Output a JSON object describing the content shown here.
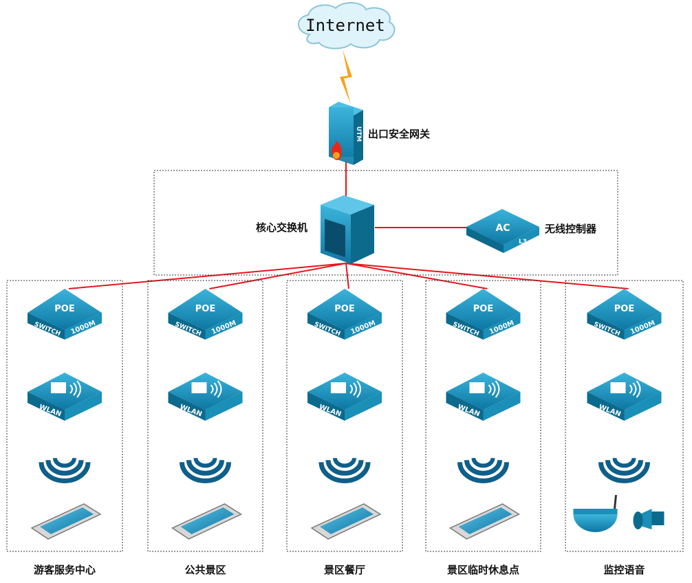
{
  "internet": {
    "label": "Internet"
  },
  "gateway": {
    "label": "出口安全网关",
    "device_text": "UTM"
  },
  "core": {
    "label": "核心交换机"
  },
  "controller": {
    "label": "无线控制器",
    "device_text": "AC",
    "sub_text": "L3"
  },
  "poe_switch": {
    "top_text": "POE",
    "left_text": "SWITCH",
    "right_text": "1000M"
  },
  "wlan": {
    "text": "WLAN"
  },
  "columns": [
    {
      "label": "游客服务中心",
      "endpoint": "phone"
    },
    {
      "label": "公共景区",
      "endpoint": "phone"
    },
    {
      "label": "景区餐厅",
      "endpoint": "phone"
    },
    {
      "label": "景区临时休息点",
      "endpoint": "phone"
    },
    {
      "label": "监控语音",
      "endpoint": "camera-speaker"
    }
  ],
  "colors": {
    "link": "#e8141c",
    "device": "#1a8fb8",
    "device_dark": "#0c6a8d",
    "wireless_link": "#f7a21b",
    "wifi": "#0e5f8a"
  }
}
